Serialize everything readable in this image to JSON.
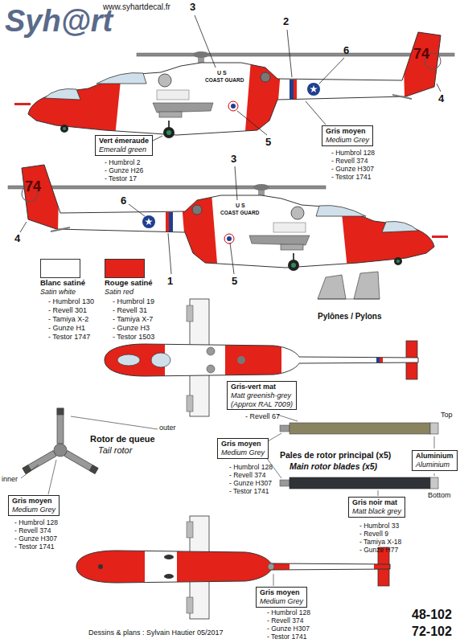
{
  "diagram": {
    "nodes": [
      {
        "text": [
          "Vert émeraude",
          "Emerald green"
        ]
      },
      {
        "text": [
          "Gris moyen",
          "Medium Grey"
        ]
      },
      {
        "text": [
          "Gris moyen",
          "Medium Grey"
        ]
      },
      {
        "text": [
          "Gris-vert mat",
          "Matt greenish-grey",
          "(Approx RAL 7009)"
        ]
      },
      {
        "text": [
          "Gris moyen",
          "Medium Grey"
        ]
      },
      {
        "text": [
          "Aluminium",
          "Aluminium"
        ]
      },
      {
        "text": [
          "Gris noir mat",
          "Matt black grey"
        ]
      },
      {
        "text": [
          "Gris moyen",
          "Medium Grey"
        ]
      }
    ],
    "labels": [
      "Syh@rt",
      "www.syhartdecal.fr",
      "3",
      "2",
      "6",
      "74",
      "4",
      "U S",
      "COAST GUARD",
      "5",
      "- Humbrol 2",
      "- Gunze H26",
      "- Testor 17",
      "- Humbrol 128",
      "- Revell 374",
      "- Gunze H307",
      "- Testor 1741",
      "3",
      "74",
      "6",
      "4",
      "U S",
      "COAST GUARD",
      "1",
      "5",
      "Satin white",
      "- Humbrol 130",
      "- Revell 301",
      "- Tamiya X-2",
      "- Gunze H1",
      "- Testor 1747",
      "Satin red",
      "- Humbrol 19",
      "- Revell 31",
      "- Tamiya X-7",
      "- Gunze H3",
      "- Testor 1503",
      "Pylônes / Pylons",
      "Rotor de queue",
      "Tail rotor",
      "outer",
      "inner",
      "- Humbrol 128",
      "- Revell 374",
      "- Gunze H307",
      "- Testor 1741",
      "- Revell 67",
      "Top",
      "Pales de rotor principal (x5)",
      "Main rotor blades (x5)",
      "Bottom",
      "- Humbrol 128",
      "- Revell 374",
      "- Gunze H307",
      "- Testor 1741",
      "- Humbrol 33",
      "- Revell 9",
      "- Tamiya X-18",
      "- Gunze H77",
      "- Humbrol 128",
      "- Revell 374",
      "- Gunze H307",
      "- Testor 1741",
      "Dessins & plans : Sylvain Hautier 05/2017",
      "48-102",
      "72-102"
    ],
    "legend": [
      {
        "text": "Blanc satiné",
        "color": "#ffffff"
      },
      {
        "text": "Rouge satiné",
        "color": "#e32219"
      }
    ]
  }
}
